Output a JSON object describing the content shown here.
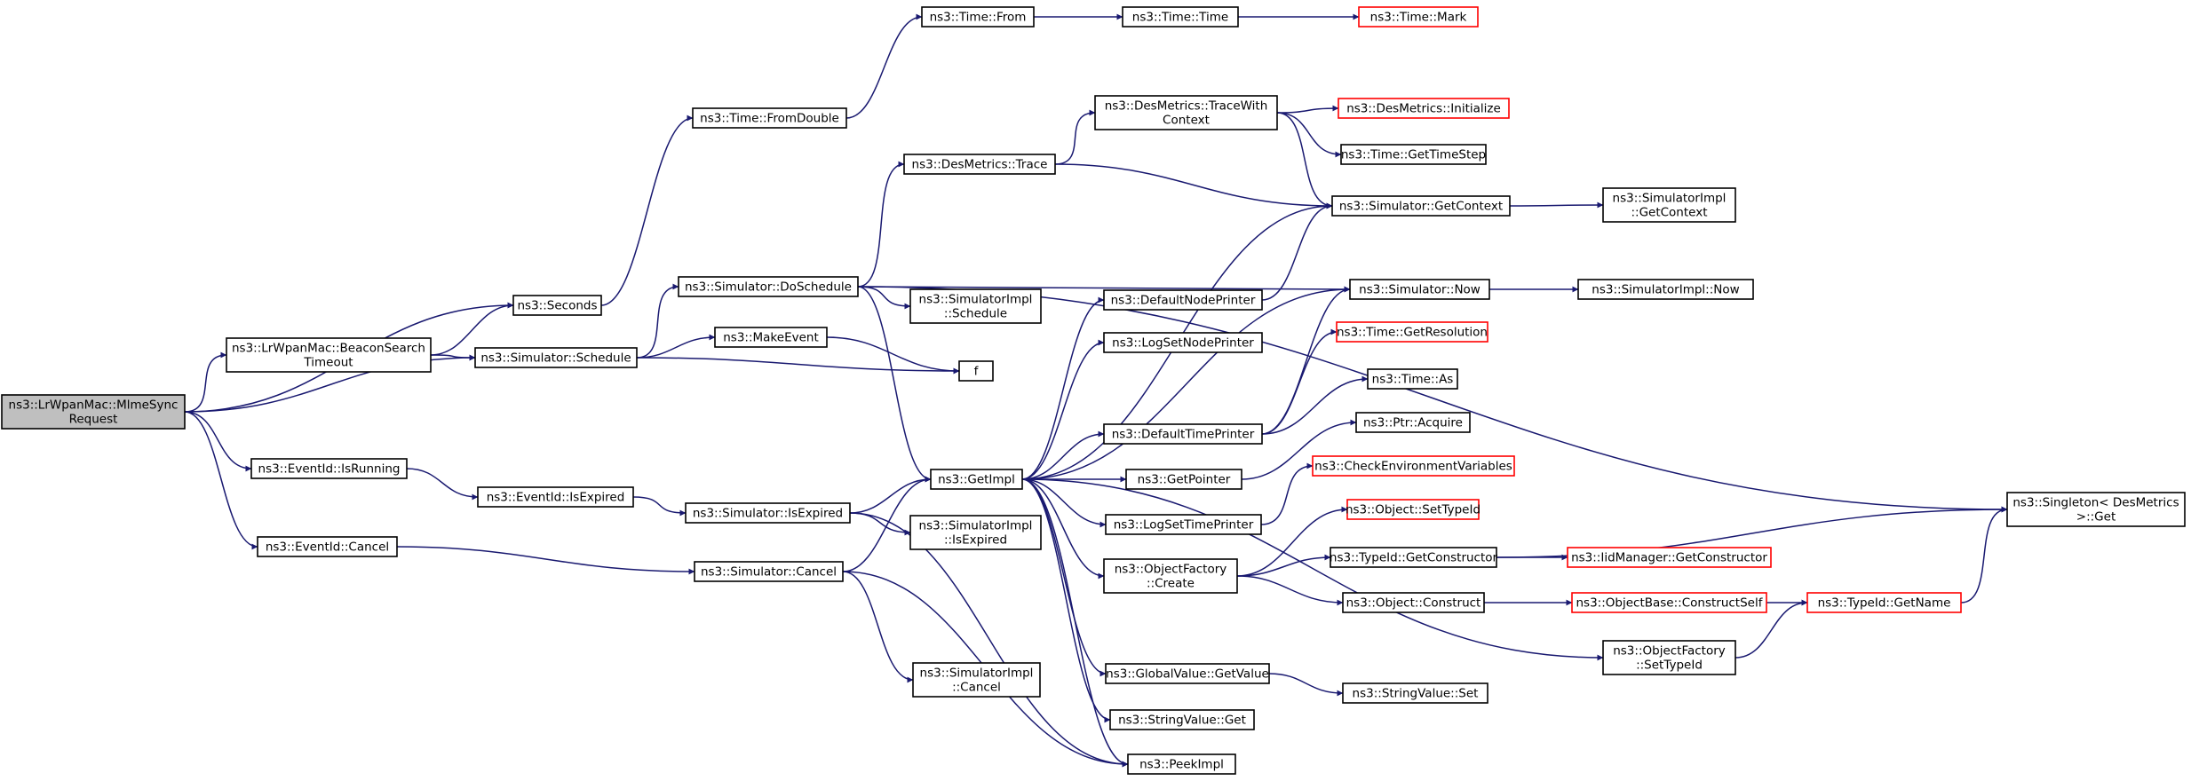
{
  "colors": {
    "edge": "#191970",
    "box_stroke": "#000000",
    "box_fill": "#ffffff",
    "truncated_stroke": "#ff0000",
    "root_fill": "#bfbfbf"
  },
  "nodes": [
    {
      "id": "root",
      "lines": [
        "ns3::LrWpanMac::MlmeSync",
        "Request"
      ],
      "style": "root"
    },
    {
      "id": "beacon",
      "lines": [
        "ns3::LrWpanMac::BeaconSearch",
        "Timeout"
      ],
      "style": "normal"
    },
    {
      "id": "isrunning",
      "lines": [
        "ns3::EventId::IsRunning"
      ],
      "style": "normal"
    },
    {
      "id": "evcancel",
      "lines": [
        "ns3::EventId::Cancel"
      ],
      "style": "normal"
    },
    {
      "id": "seconds",
      "lines": [
        "ns3::Seconds"
      ],
      "style": "normal"
    },
    {
      "id": "fromdouble",
      "lines": [
        "ns3::Time::FromDouble"
      ],
      "style": "normal"
    },
    {
      "id": "from",
      "lines": [
        "ns3::Time::From"
      ],
      "style": "normal"
    },
    {
      "id": "timetime",
      "lines": [
        "ns3::Time::Time"
      ],
      "style": "normal"
    },
    {
      "id": "mark",
      "lines": [
        "ns3::Time::Mark"
      ],
      "style": "truncated"
    },
    {
      "id": "schedule",
      "lines": [
        "ns3::Simulator::Schedule"
      ],
      "style": "normal"
    },
    {
      "id": "doschedule",
      "lines": [
        "ns3::Simulator::DoSchedule"
      ],
      "style": "normal"
    },
    {
      "id": "makeevent",
      "lines": [
        "ns3::MakeEvent"
      ],
      "style": "normal"
    },
    {
      "id": "f",
      "lines": [
        "f"
      ],
      "style": "normal"
    },
    {
      "id": "isexpired_ev",
      "lines": [
        "ns3::EventId::IsExpired"
      ],
      "style": "normal"
    },
    {
      "id": "simisexpired",
      "lines": [
        "ns3::Simulator::IsExpired"
      ],
      "style": "normal"
    },
    {
      "id": "simcancel",
      "lines": [
        "ns3::Simulator::Cancel"
      ],
      "style": "normal"
    },
    {
      "id": "destrace",
      "lines": [
        "ns3::DesMetrics::Trace"
      ],
      "style": "normal"
    },
    {
      "id": "dessched",
      "lines": [
        "ns3::SimulatorImpl",
        "::Schedule"
      ],
      "style": "normal"
    },
    {
      "id": "getimpl",
      "lines": [
        "ns3::GetImpl"
      ],
      "style": "normal"
    },
    {
      "id": "implisexpired",
      "lines": [
        "ns3::SimulatorImpl",
        "::IsExpired"
      ],
      "style": "normal"
    },
    {
      "id": "implcancel",
      "lines": [
        "ns3::SimulatorImpl",
        "::Cancel"
      ],
      "style": "normal"
    },
    {
      "id": "tracewithctx",
      "lines": [
        "ns3::DesMetrics::TraceWith",
        "Context"
      ],
      "style": "normal"
    },
    {
      "id": "desinit",
      "lines": [
        "ns3::DesMetrics::Initialize"
      ],
      "style": "truncated"
    },
    {
      "id": "gettimestep",
      "lines": [
        "ns3::Time::GetTimeStep"
      ],
      "style": "normal"
    },
    {
      "id": "getcontext",
      "lines": [
        "ns3::Simulator::GetContext"
      ],
      "style": "normal"
    },
    {
      "id": "implgetcontext",
      "lines": [
        "ns3::SimulatorImpl",
        "::GetContext"
      ],
      "style": "normal"
    },
    {
      "id": "defnodeprinter",
      "lines": [
        "ns3::DefaultNodePrinter"
      ],
      "style": "normal"
    },
    {
      "id": "simnow",
      "lines": [
        "ns3::Simulator::Now"
      ],
      "style": "normal"
    },
    {
      "id": "implnow",
      "lines": [
        "ns3::SimulatorImpl::Now"
      ],
      "style": "normal"
    },
    {
      "id": "logsetnode",
      "lines": [
        "ns3::LogSetNodePrinter"
      ],
      "style": "normal"
    },
    {
      "id": "getres",
      "lines": [
        "ns3::Time::GetResolution"
      ],
      "style": "truncated"
    },
    {
      "id": "timeas",
      "lines": [
        "ns3::Time::As"
      ],
      "style": "normal"
    },
    {
      "id": "deftimeprinter",
      "lines": [
        "ns3::DefaultTimePrinter"
      ],
      "style": "normal"
    },
    {
      "id": "ptracquire",
      "lines": [
        "ns3::Ptr::Acquire"
      ],
      "style": "normal"
    },
    {
      "id": "getpointer",
      "lines": [
        "ns3::GetPointer"
      ],
      "style": "normal"
    },
    {
      "id": "checkenv",
      "lines": [
        "ns3::CheckEnvironmentVariables"
      ],
      "style": "truncated"
    },
    {
      "id": "logsettime",
      "lines": [
        "ns3::LogSetTimePrinter"
      ],
      "style": "normal"
    },
    {
      "id": "objsettypeid",
      "lines": [
        "ns3::Object::SetTypeId"
      ],
      "style": "truncated"
    },
    {
      "id": "objfactcreate",
      "lines": [
        "ns3::ObjectFactory",
        "::Create"
      ],
      "style": "normal"
    },
    {
      "id": "typeidgetctor",
      "lines": [
        "ns3::TypeId::GetConstructor"
      ],
      "style": "normal"
    },
    {
      "id": "iidmgr",
      "lines": [
        "ns3::IidManager::GetConstructor"
      ],
      "style": "truncated"
    },
    {
      "id": "objconstruct",
      "lines": [
        "ns3::Object::Construct"
      ],
      "style": "normal"
    },
    {
      "id": "objbaseconstruct",
      "lines": [
        "ns3::ObjectBase::ConstructSelf"
      ],
      "style": "truncated"
    },
    {
      "id": "typeidgetname",
      "lines": [
        "ns3::TypeId::GetName"
      ],
      "style": "truncated"
    },
    {
      "id": "singleton",
      "lines": [
        "ns3::Singleton< DesMetrics",
        " >::Get"
      ],
      "style": "normal"
    },
    {
      "id": "objfactsettypeid",
      "lines": [
        "ns3::ObjectFactory",
        "::SetTypeId"
      ],
      "style": "normal"
    },
    {
      "id": "globalvalue",
      "lines": [
        "ns3::GlobalValue::GetValue"
      ],
      "style": "normal"
    },
    {
      "id": "strvalset",
      "lines": [
        "ns3::StringValue::Set"
      ],
      "style": "normal"
    },
    {
      "id": "strvalget",
      "lines": [
        "ns3::StringValue::Get"
      ],
      "style": "normal"
    },
    {
      "id": "peekimpl",
      "lines": [
        "ns3::PeekImpl"
      ],
      "style": "normal"
    }
  ],
  "edges": [
    [
      "root",
      "beacon"
    ],
    [
      "root",
      "seconds"
    ],
    [
      "root",
      "schedule"
    ],
    [
      "root",
      "isrunning"
    ],
    [
      "root",
      "evcancel"
    ],
    [
      "beacon",
      "seconds"
    ],
    [
      "beacon",
      "schedule"
    ],
    [
      "seconds",
      "fromdouble"
    ],
    [
      "fromdouble",
      "from"
    ],
    [
      "from",
      "timetime"
    ],
    [
      "timetime",
      "mark"
    ],
    [
      "schedule",
      "doschedule"
    ],
    [
      "schedule",
      "makeevent"
    ],
    [
      "schedule",
      "f"
    ],
    [
      "makeevent",
      "f"
    ],
    [
      "isrunning",
      "isexpired_ev"
    ],
    [
      "isexpired_ev",
      "simisexpired"
    ],
    [
      "simisexpired",
      "getimpl"
    ],
    [
      "simisexpired",
      "implisexpired"
    ],
    [
      "simisexpired",
      "peekimpl"
    ],
    [
      "evcancel",
      "simcancel"
    ],
    [
      "simcancel",
      "getimpl"
    ],
    [
      "simcancel",
      "implcancel"
    ],
    [
      "simcancel",
      "peekimpl"
    ],
    [
      "doschedule",
      "destrace"
    ],
    [
      "doschedule",
      "dessched"
    ],
    [
      "doschedule",
      "simnow"
    ],
    [
      "doschedule",
      "getimpl"
    ],
    [
      "doschedule",
      "singleton"
    ],
    [
      "destrace",
      "tracewithctx"
    ],
    [
      "destrace",
      "getcontext"
    ],
    [
      "tracewithctx",
      "desinit"
    ],
    [
      "tracewithctx",
      "gettimestep"
    ],
    [
      "tracewithctx",
      "getcontext"
    ],
    [
      "getcontext",
      "implgetcontext"
    ],
    [
      "simnow",
      "implnow"
    ],
    [
      "getimpl",
      "getcontext"
    ],
    [
      "getimpl",
      "defnodeprinter"
    ],
    [
      "getimpl",
      "logsetnode"
    ],
    [
      "getimpl",
      "simnow"
    ],
    [
      "getimpl",
      "deftimeprinter"
    ],
    [
      "getimpl",
      "getpointer"
    ],
    [
      "getimpl",
      "logsettime"
    ],
    [
      "getimpl",
      "objfactcreate"
    ],
    [
      "getimpl",
      "objfactsettypeid"
    ],
    [
      "getimpl",
      "globalvalue"
    ],
    [
      "getimpl",
      "strvalget"
    ],
    [
      "getimpl",
      "peekimpl"
    ],
    [
      "defnodeprinter",
      "getcontext"
    ],
    [
      "deftimeprinter",
      "simnow"
    ],
    [
      "deftimeprinter",
      "getres"
    ],
    [
      "deftimeprinter",
      "timeas"
    ],
    [
      "getpointer",
      "ptracquire"
    ],
    [
      "logsettime",
      "checkenv"
    ],
    [
      "objfactcreate",
      "objsettypeid"
    ],
    [
      "objfactcreate",
      "typeidgetctor"
    ],
    [
      "objfactcreate",
      "objconstruct"
    ],
    [
      "typeidgetctor",
      "iidmgr"
    ],
    [
      "typeidgetctor",
      "singleton"
    ],
    [
      "objconstruct",
      "objbaseconstruct"
    ],
    [
      "objbaseconstruct",
      "typeidgetname"
    ],
    [
      "typeidgetname",
      "singleton"
    ],
    [
      "objfactsettypeid",
      "typeidgetname"
    ],
    [
      "globalvalue",
      "strvalset"
    ]
  ]
}
